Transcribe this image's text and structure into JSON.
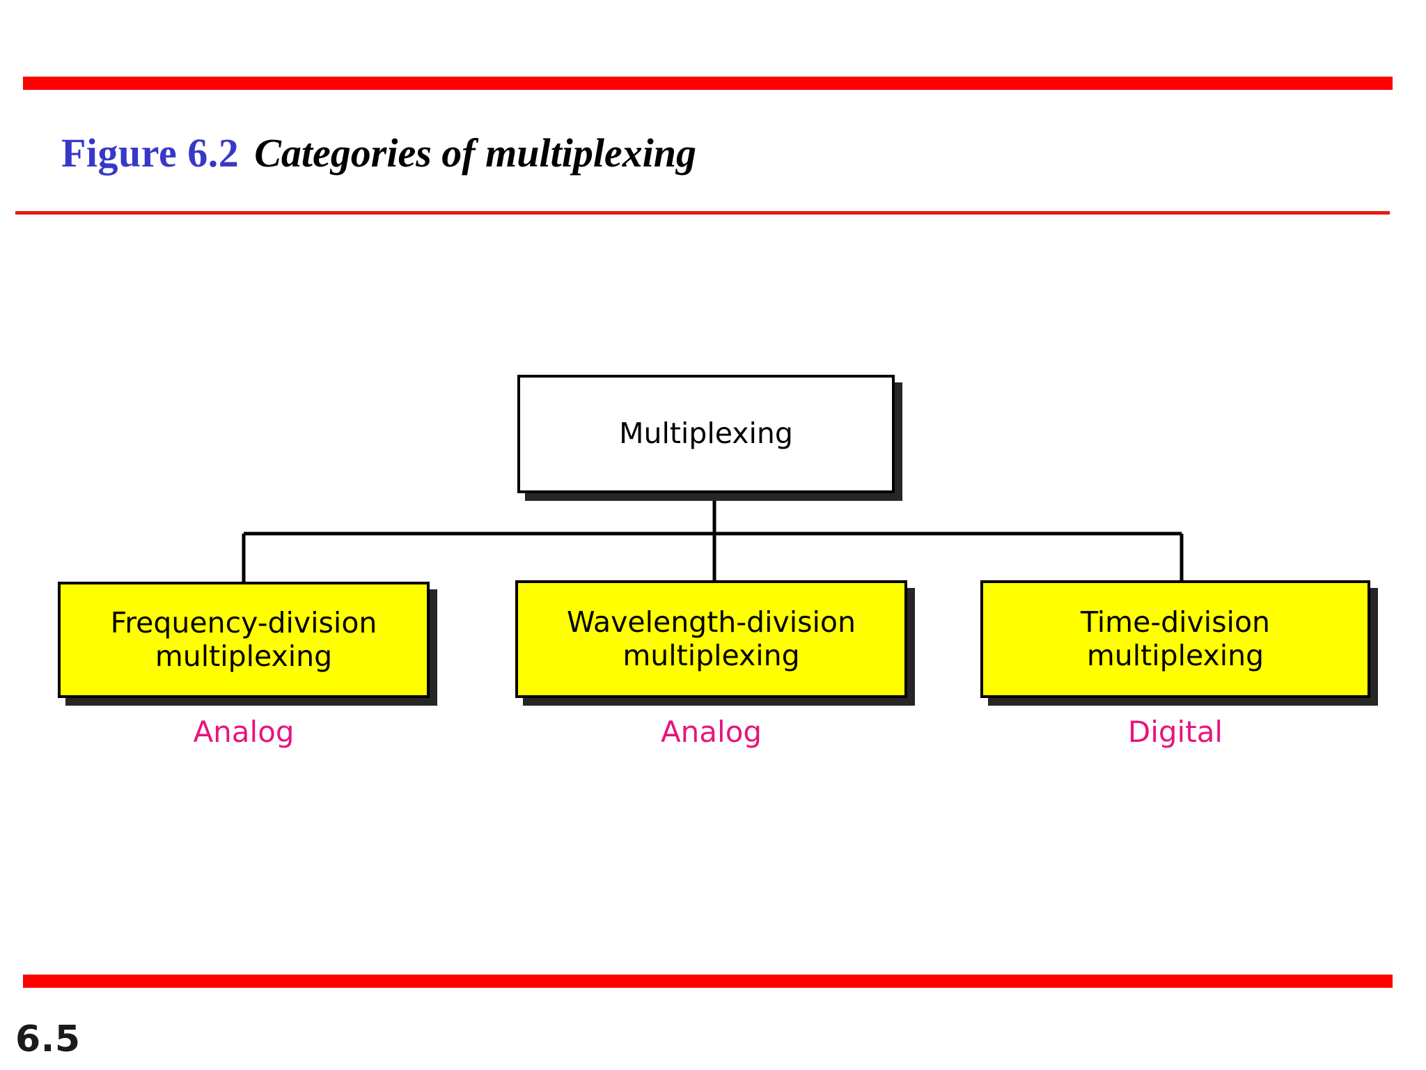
{
  "slide": {
    "number": "6.5",
    "figure_label": "Figure 6.2",
    "figure_caption": "Categories of multiplexing",
    "colors": {
      "rule_red": "#ff0000",
      "title_rule_red": "#e81b14",
      "figure_number_blue": "#3838c8",
      "leaf_fill_yellow": "#ffff00",
      "sub_label_pink": "#e8147c",
      "shadow_gray": "#262626"
    }
  },
  "diagram": {
    "type": "tree",
    "root": {
      "label": "Multiplexing",
      "fill": "white"
    },
    "children": [
      {
        "label": "Frequency-division multiplexing",
        "label_line1": "Frequency-division",
        "label_line2": "multiplexing",
        "sub_label": "Analog",
        "fill": "yellow"
      },
      {
        "label": "Wavelength-division multiplexing",
        "label_line1": "Wavelength-division",
        "label_line2": "multiplexing",
        "sub_label": "Analog",
        "fill": "yellow"
      },
      {
        "label": "Time-division multiplexing",
        "label_line1": "Time-division",
        "label_line2": "multiplexing",
        "sub_label": "Digital",
        "fill": "yellow"
      }
    ]
  }
}
